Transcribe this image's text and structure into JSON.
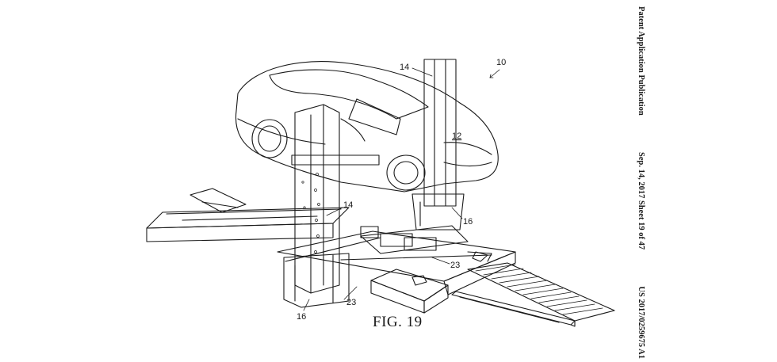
{
  "header": {
    "publication_type": "Patent Application Publication",
    "date": "Sep. 14, 2017",
    "sheet": "Sheet 19 of 47",
    "publication_number": "US 2017/0259675 A1"
  },
  "figure": {
    "caption": "FIG. 19",
    "reference_numerals": {
      "system": "10",
      "vehicle": "12",
      "column_rear": "14",
      "column_front": "14",
      "base_right": "16",
      "base_left": "16",
      "rail_right": "23",
      "rail_left": "23"
    }
  }
}
